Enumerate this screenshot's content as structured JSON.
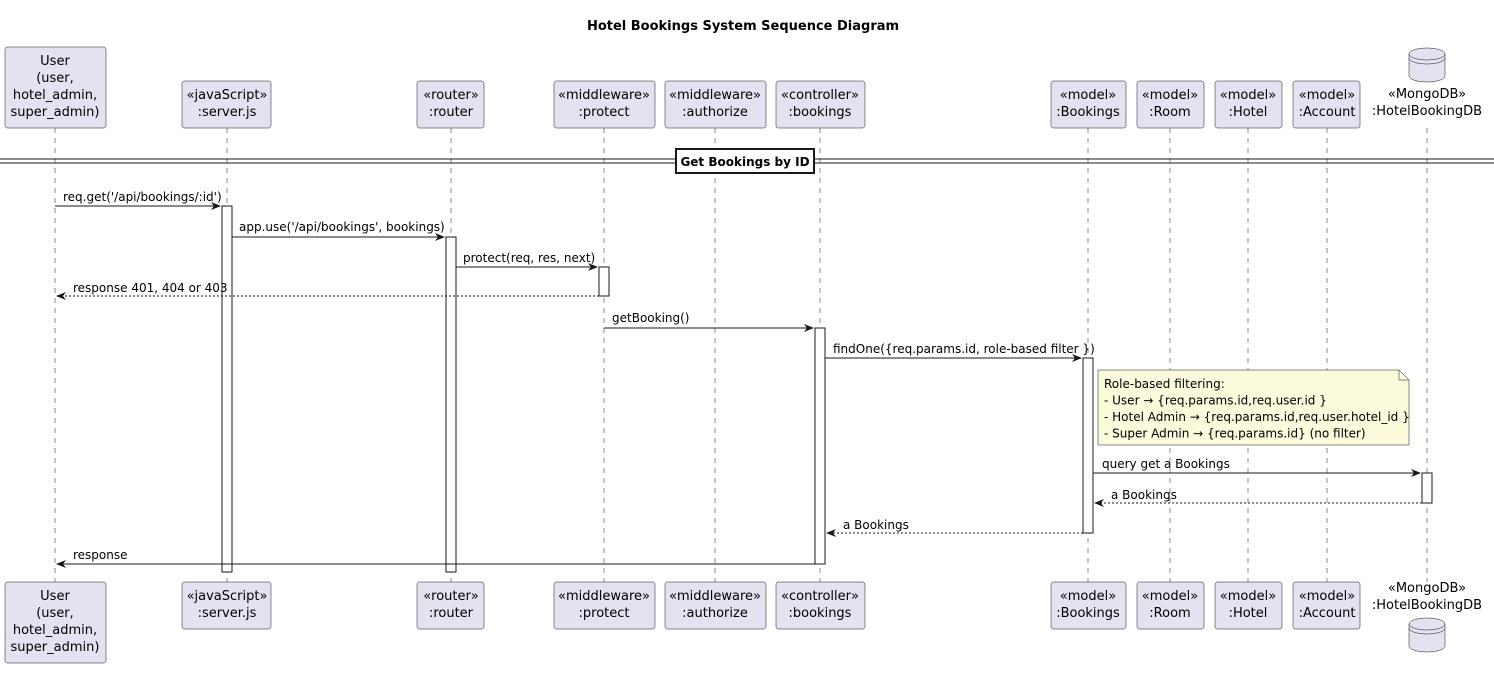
{
  "diagram": {
    "title": "Hotel Bookings System Sequence Diagram",
    "group_label": "Get Bookings by ID",
    "participants": [
      {
        "id": "user",
        "lines": [
          "User",
          "(user,",
          "hotel_admin,",
          "super_admin)"
        ],
        "kind": "box"
      },
      {
        "id": "server",
        "lines": [
          "«javaScript»",
          ":server.js"
        ],
        "kind": "box"
      },
      {
        "id": "router",
        "lines": [
          "«router»",
          ":router"
        ],
        "kind": "box"
      },
      {
        "id": "protect",
        "lines": [
          "«middleware»",
          ":protect"
        ],
        "kind": "box"
      },
      {
        "id": "authorize",
        "lines": [
          "«middleware»",
          ":authorize"
        ],
        "kind": "box"
      },
      {
        "id": "bookingsCtl",
        "lines": [
          "«controller»",
          ":bookings"
        ],
        "kind": "box"
      },
      {
        "id": "bookingsModel",
        "lines": [
          "«model»",
          ":Bookings"
        ],
        "kind": "box"
      },
      {
        "id": "room",
        "lines": [
          "«model»",
          ":Room"
        ],
        "kind": "box"
      },
      {
        "id": "hotel",
        "lines": [
          "«model»",
          ":Hotel"
        ],
        "kind": "box"
      },
      {
        "id": "account",
        "lines": [
          "«model»",
          ":Account"
        ],
        "kind": "box"
      },
      {
        "id": "db",
        "lines": [
          "«MongoDB»",
          ":HotelBookingDB"
        ],
        "kind": "database"
      }
    ],
    "messages": [
      {
        "from": "user",
        "to": "server",
        "label": "req.get('/api/bookings/:id')",
        "style": "solid"
      },
      {
        "from": "server",
        "to": "router",
        "label": "app.use('/api/bookings', bookings)",
        "style": "solid"
      },
      {
        "from": "router",
        "to": "protect",
        "label": "protect(req, res, next)",
        "style": "solid"
      },
      {
        "from": "protect",
        "to": "user",
        "label": "response 401, 404 or 403",
        "style": "dashed"
      },
      {
        "from": "protect",
        "to": "bookingsCtl",
        "label": "getBooking()",
        "style": "solid"
      },
      {
        "from": "bookingsCtl",
        "to": "bookingsModel",
        "label": "findOne({req.params.id, role-based filter })",
        "style": "solid"
      },
      {
        "from": "bookingsModel",
        "to": "db",
        "label": "query get a Bookings",
        "style": "solid"
      },
      {
        "from": "db",
        "to": "bookingsModel",
        "label": "a Bookings",
        "style": "dashed"
      },
      {
        "from": "bookingsModel",
        "to": "bookingsCtl",
        "label": "a Bookings",
        "style": "dashed"
      },
      {
        "from": "bookingsCtl",
        "to": "user",
        "label": "response",
        "style": "solid"
      }
    ],
    "note": {
      "lines": [
        "Role-based filtering:",
        "- User → {req.params.id,req.user.id }",
        "- Hotel Admin → {req.params.id,req.user.hotel_id }",
        "- Super Admin → {req.params.id} (no filter)"
      ]
    },
    "colors": {
      "participant_fill": "#e2e2f0",
      "note_fill": "#fbfbdb",
      "line": "#181818"
    }
  }
}
